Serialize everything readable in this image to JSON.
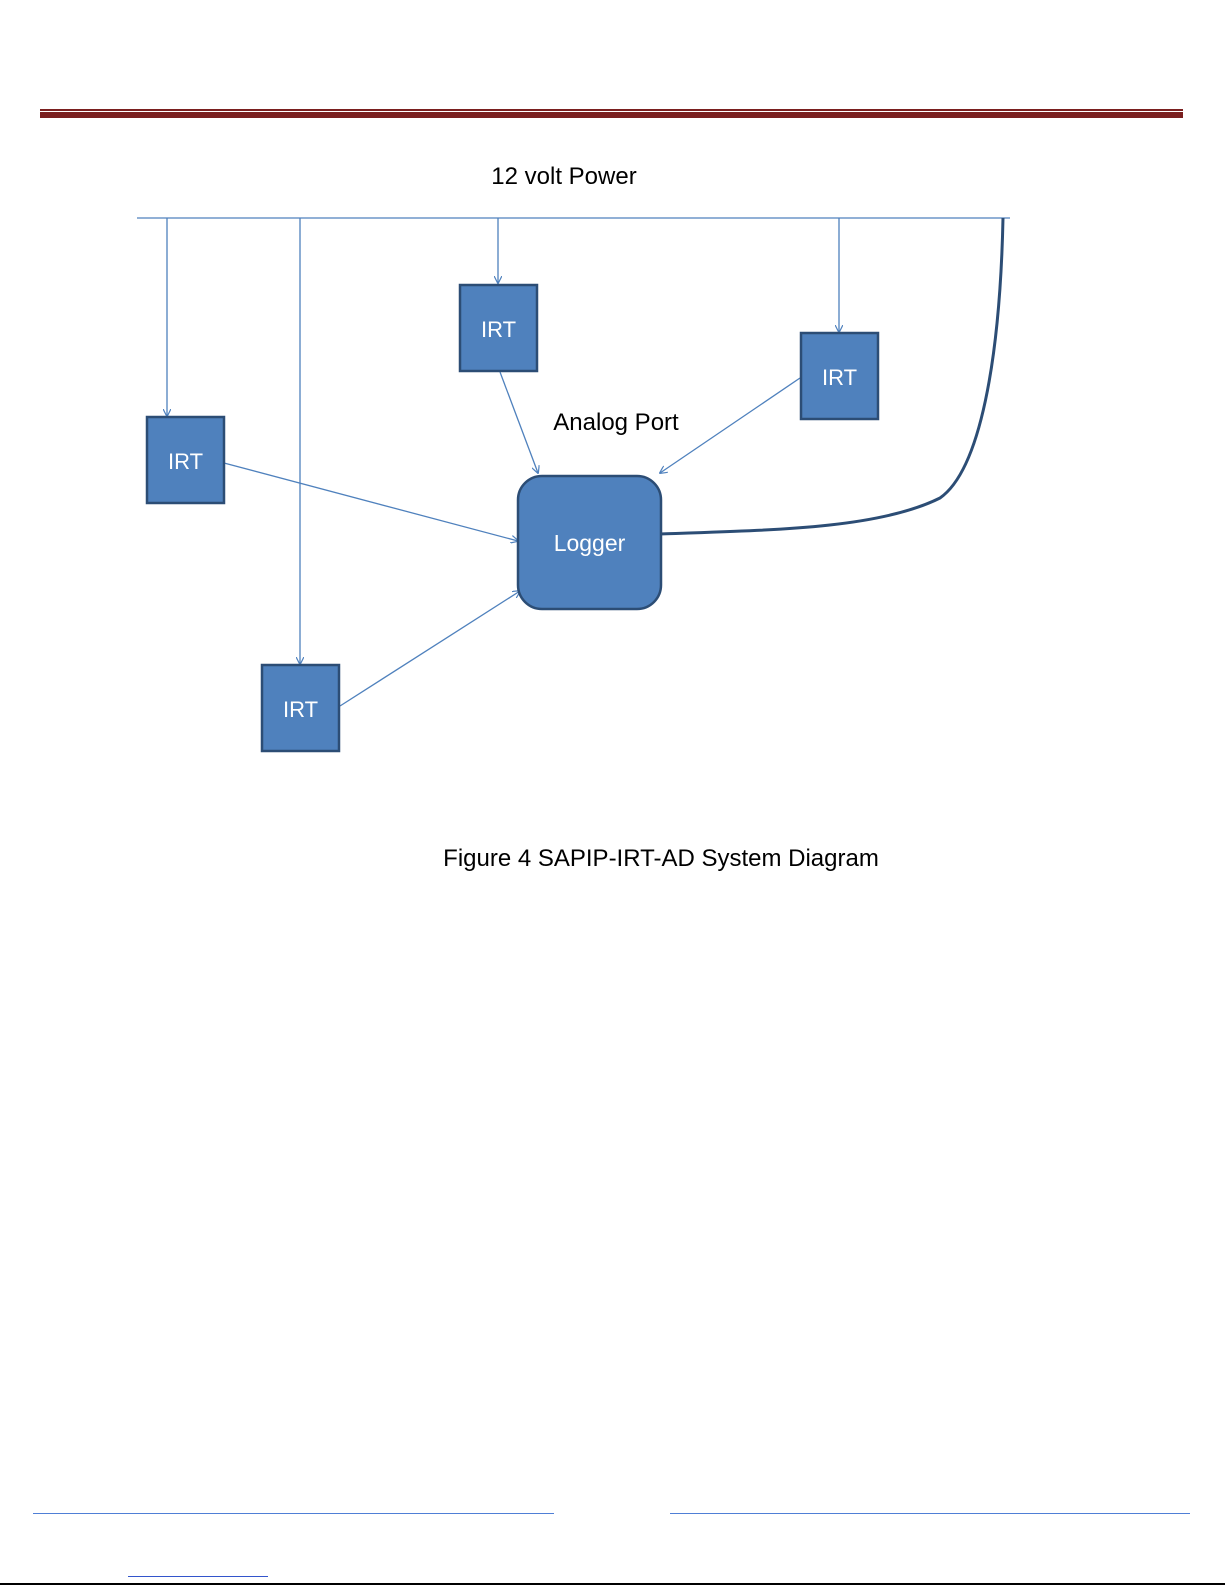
{
  "diagram": {
    "power_label": "12 volt Power",
    "port_label": "Analog Port",
    "logger_label": "Logger",
    "irt_label": "IRT",
    "caption": "Figure 4 SAPIP-IRT-AD System Diagram",
    "colors": {
      "box_fill": "#4f81bd",
      "box_stroke": "#2c4d75",
      "line": "#4f81bd",
      "header_rule": "#7a1f1f",
      "footer_rule": "#4f7fd6"
    }
  }
}
